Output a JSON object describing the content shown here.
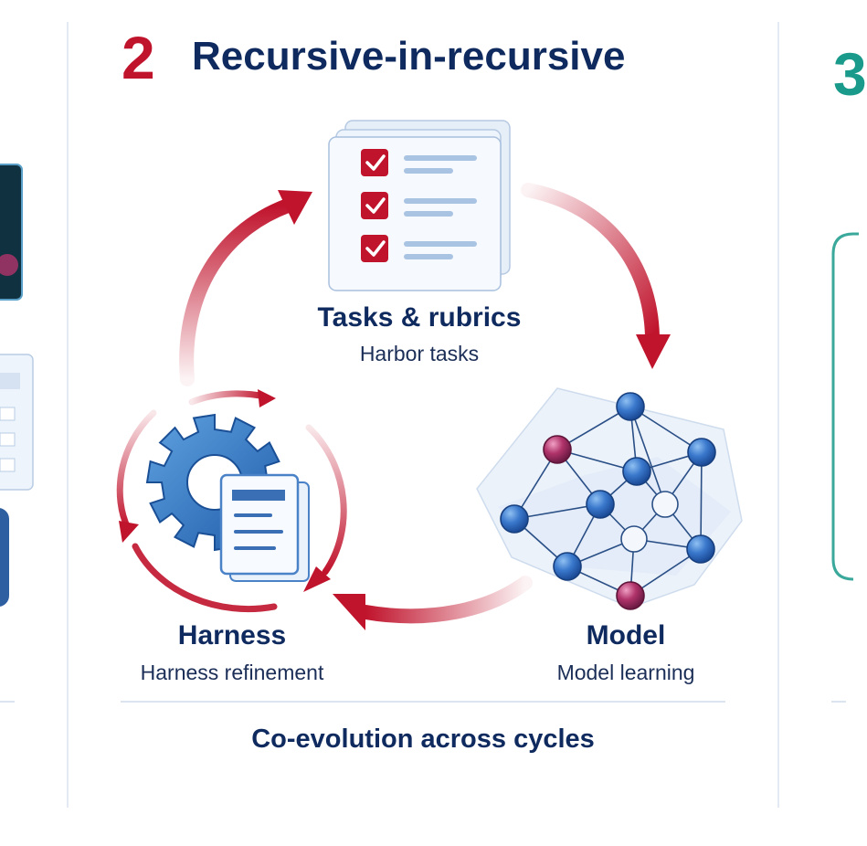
{
  "section": {
    "number": "2",
    "title": "Recursive-in-recursive"
  },
  "nodes": {
    "tasks": {
      "title": "Tasks & rubrics",
      "subtitle": "Harbor tasks",
      "icon": "checklist-icon"
    },
    "model": {
      "title": "Model",
      "subtitle": "Model learning",
      "icon": "neural-network-icon"
    },
    "harness": {
      "title": "Harness",
      "subtitle": "Harness refinement",
      "icon": "gear-document-icon"
    }
  },
  "footer": {
    "caption": "Co-evolution across cycles"
  },
  "right_panel": {
    "number": "3"
  },
  "colors": {
    "accent_red": "#c0132c",
    "navy": "#0f2a5e",
    "teal": "#1a9a8a",
    "node_blue": "#2f6fc4",
    "node_magenta": "#b0336a"
  }
}
